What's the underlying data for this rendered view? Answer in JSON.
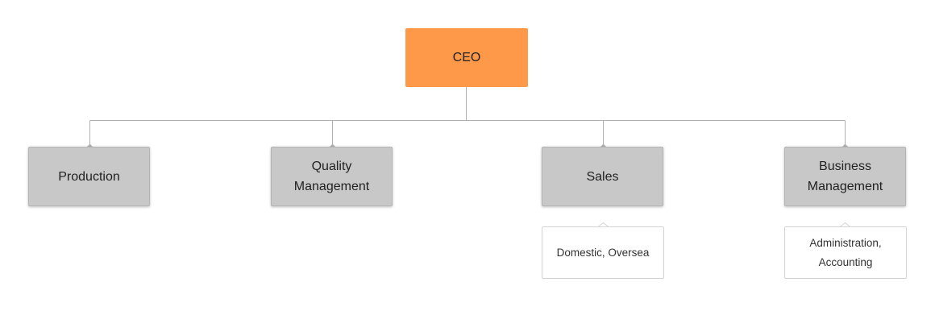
{
  "chart": {
    "root": {
      "label": "CEO"
    },
    "departments": [
      {
        "label": "Production",
        "detail": ""
      },
      {
        "label": "Quality\nManagement",
        "detail": ""
      },
      {
        "label": "Sales",
        "detail": "Domestic, Oversea"
      },
      {
        "label": "Business\nManagement",
        "detail": "Administration,\nAccounting"
      }
    ]
  },
  "colors": {
    "root_fill": "#fe994a",
    "department_fill": "#c8c8c8",
    "connector": "#b0b0b0",
    "detail_border": "#d4d4d4"
  }
}
